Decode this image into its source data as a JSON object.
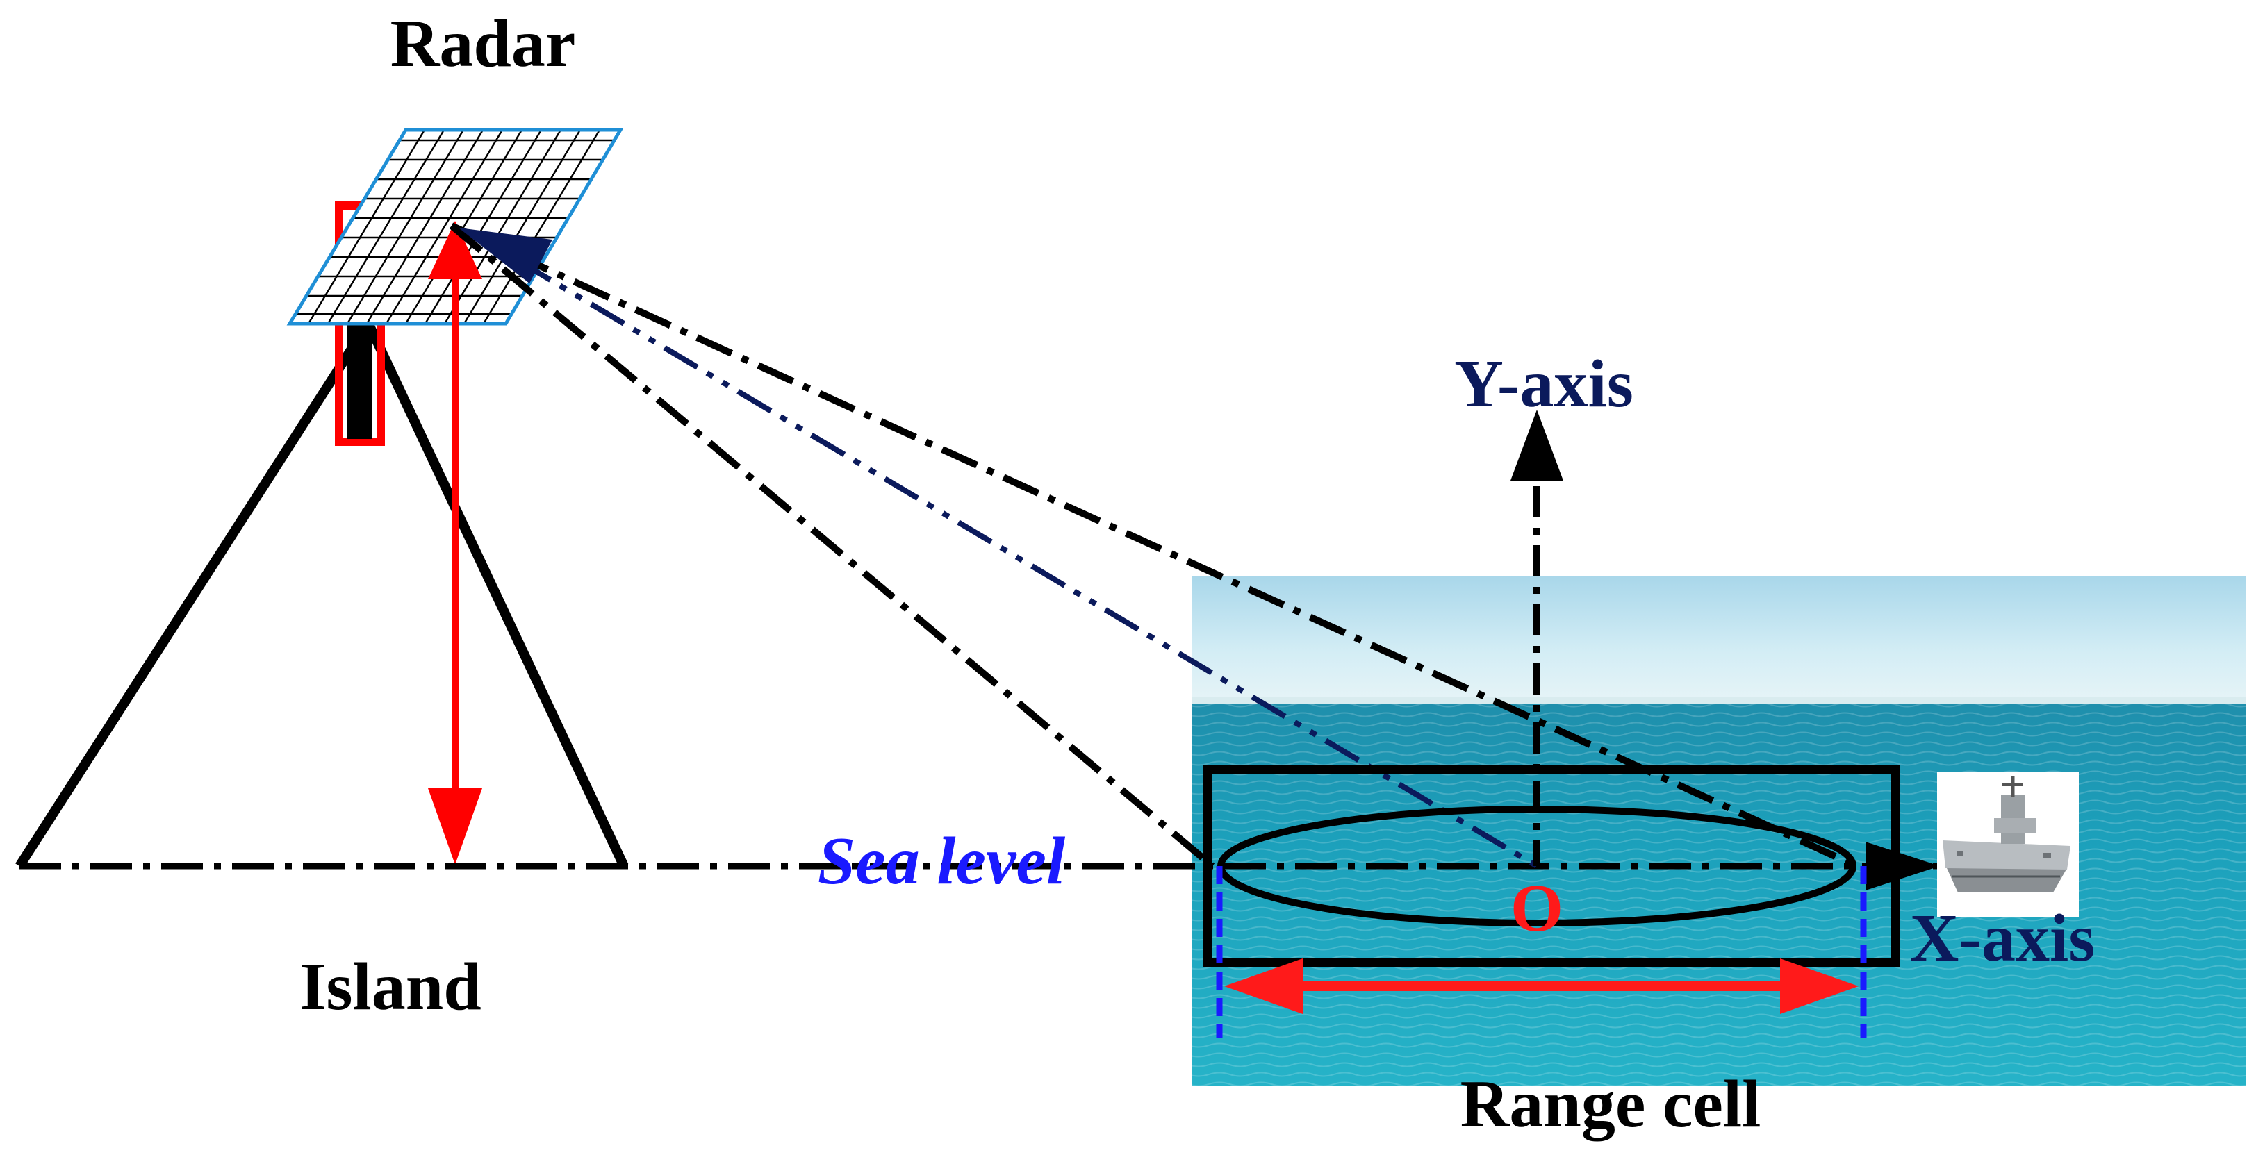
{
  "labels": {
    "radar": "Radar",
    "island": "Island",
    "sea_level": "Sea level",
    "y_axis": "Y-axis",
    "x_axis": "X-axis",
    "origin": "O",
    "range_cell": "Range cell"
  },
  "colors": {
    "label_black": "#000000",
    "axis_label": "#0b1a5c",
    "sea_level_label": "#1a1aff",
    "origin_label": "#ff1a1a",
    "height_arrow": "#ff0000",
    "range_arrow": "#ff1a1a",
    "center_beam": "#0b1a5c",
    "range_bounds": "#1a1aff",
    "radar_panel": "#1f8fd6",
    "sky": "#cfeaf3",
    "sea": "#1b9ab5"
  },
  "icons": {
    "ship": "aircraft-carrier-icon"
  }
}
